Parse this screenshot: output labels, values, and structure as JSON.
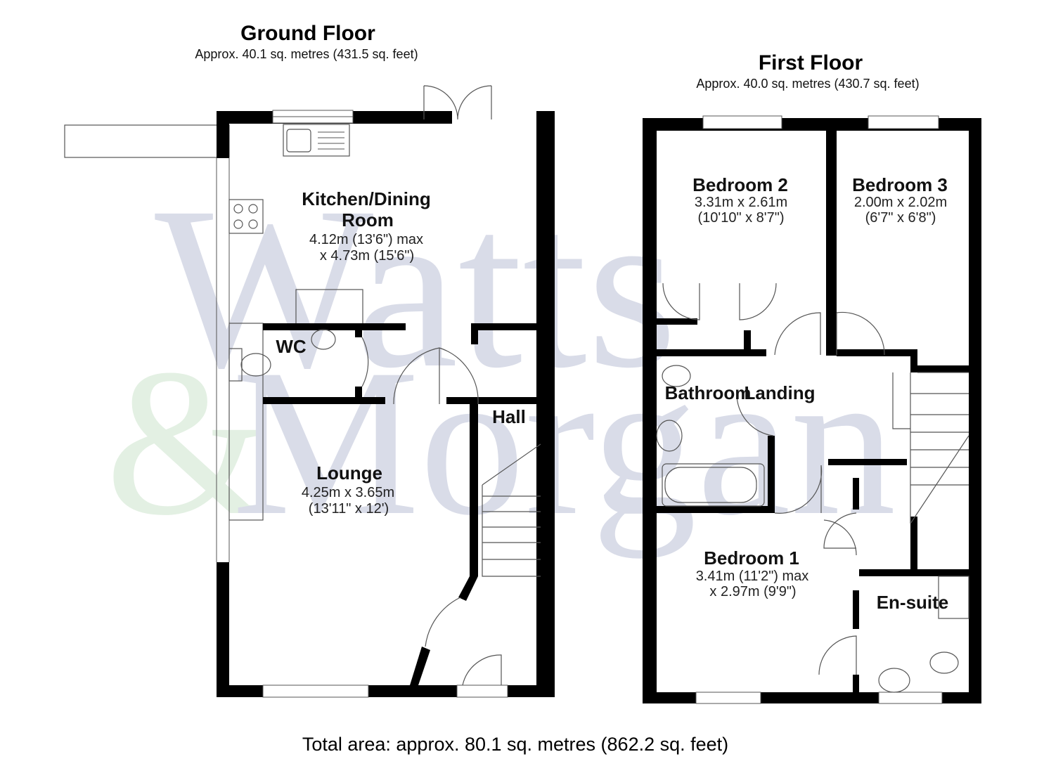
{
  "watermark": {
    "line1": "Watts",
    "line2": "&Morgan",
    "colors": {
      "watts": "#d9dce8",
      "amp": "#e3f0e3",
      "morgan": "#d9dce8"
    }
  },
  "ground_floor": {
    "title": "Ground Floor",
    "area": "Approx. 40.1 sq. metres (431.5 sq. feet)",
    "rooms": [
      {
        "name_lines": [
          "Kitchen/Dining",
          "Room"
        ],
        "dims": [
          "4.12m (13'6\") max",
          "x 4.73m (15'6\")"
        ]
      },
      {
        "name_lines": [
          "WC"
        ],
        "dims": []
      },
      {
        "name_lines": [
          "Hall"
        ],
        "dims": []
      },
      {
        "name_lines": [
          "Lounge"
        ],
        "dims": [
          "4.25m x 3.65m",
          "(13'11\" x 12')"
        ]
      }
    ]
  },
  "first_floor": {
    "title": "First Floor",
    "area": "Approx. 40.0 sq. metres (430.7 sq. feet)",
    "rooms": [
      {
        "name_lines": [
          "Bedroom 2"
        ],
        "dims": [
          "3.31m x 2.61m",
          "(10'10\" x 8'7\")"
        ]
      },
      {
        "name_lines": [
          "Bedroom 3"
        ],
        "dims": [
          "2.00m x 2.02m",
          "(6'7\" x 6'8\")"
        ]
      },
      {
        "name_lines": [
          "Bathroom"
        ],
        "dims": []
      },
      {
        "name_lines": [
          "Landing"
        ],
        "dims": []
      },
      {
        "name_lines": [
          "Bedroom 1"
        ],
        "dims": [
          "3.41m (11'2\") max",
          "x 2.97m (9'9\")"
        ]
      },
      {
        "name_lines": [
          "En-suite"
        ],
        "dims": []
      }
    ]
  },
  "total_area": "Total area: approx. 80.1 sq. metres (862.2 sq. feet)"
}
